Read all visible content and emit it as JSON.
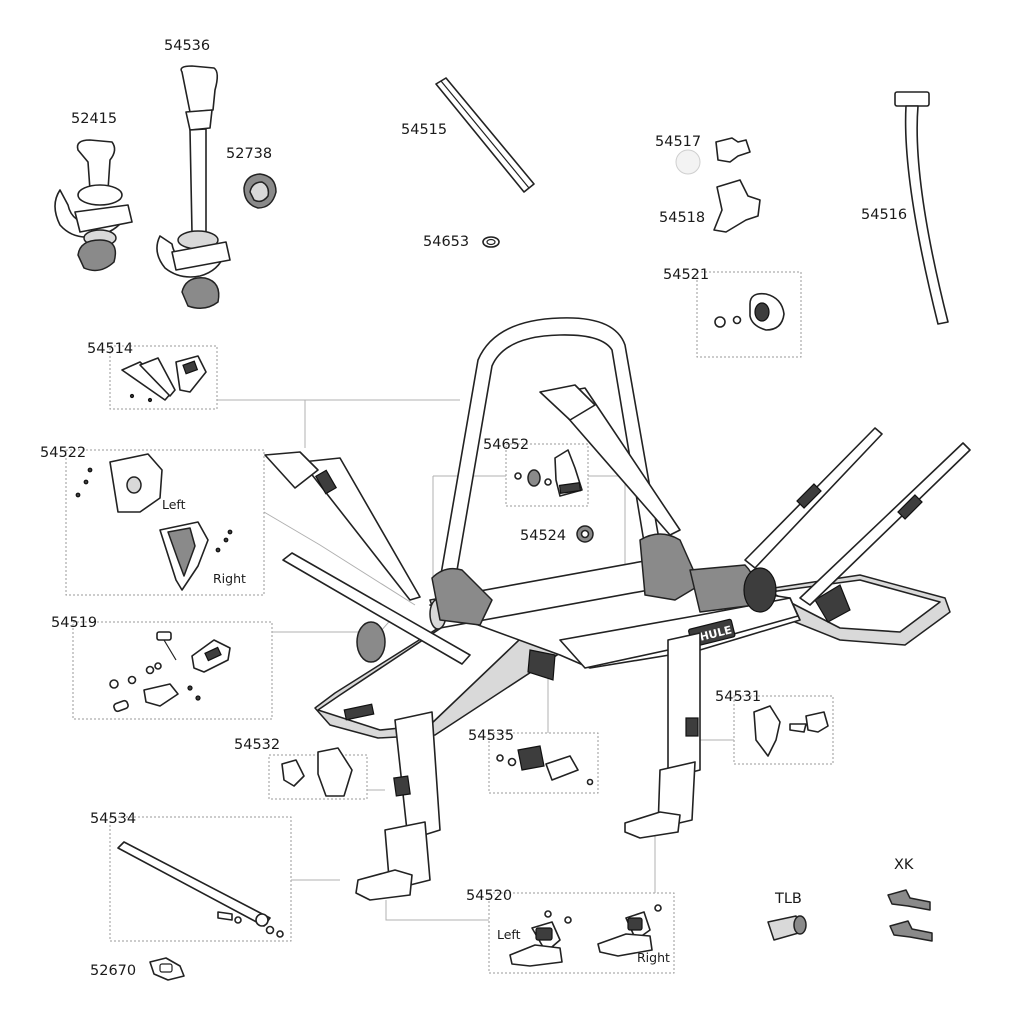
{
  "parts": [
    {
      "id": "p52415",
      "number": "52415"
    },
    {
      "id": "p54536",
      "number": "54536"
    },
    {
      "id": "p52738",
      "number": "52738"
    },
    {
      "id": "p54515",
      "number": "54515"
    },
    {
      "id": "p54653",
      "number": "54653"
    },
    {
      "id": "p54517",
      "number": "54517"
    },
    {
      "id": "p54518",
      "number": "54518"
    },
    {
      "id": "p54516",
      "number": "54516"
    },
    {
      "id": "p54521",
      "number": "54521"
    },
    {
      "id": "p54514",
      "number": "54514"
    },
    {
      "id": "p54522",
      "number": "54522"
    },
    {
      "id": "p54652",
      "number": "54652"
    },
    {
      "id": "p54524",
      "number": "54524"
    },
    {
      "id": "p54519",
      "number": "54519"
    },
    {
      "id": "p54531",
      "number": "54531"
    },
    {
      "id": "p54532",
      "number": "54532"
    },
    {
      "id": "p54535",
      "number": "54535"
    },
    {
      "id": "p54534",
      "number": "54534"
    },
    {
      "id": "p54520",
      "number": "54520"
    },
    {
      "id": "p52670",
      "number": "52670"
    },
    {
      "id": "pTLB",
      "number": "TLB"
    },
    {
      "id": "pXK",
      "number": "XK"
    }
  ],
  "side_labels": {
    "left_54522": "Left",
    "right_54522": "Right",
    "left_54520": "Left",
    "right_54520": "Right"
  },
  "brand": "THULE"
}
